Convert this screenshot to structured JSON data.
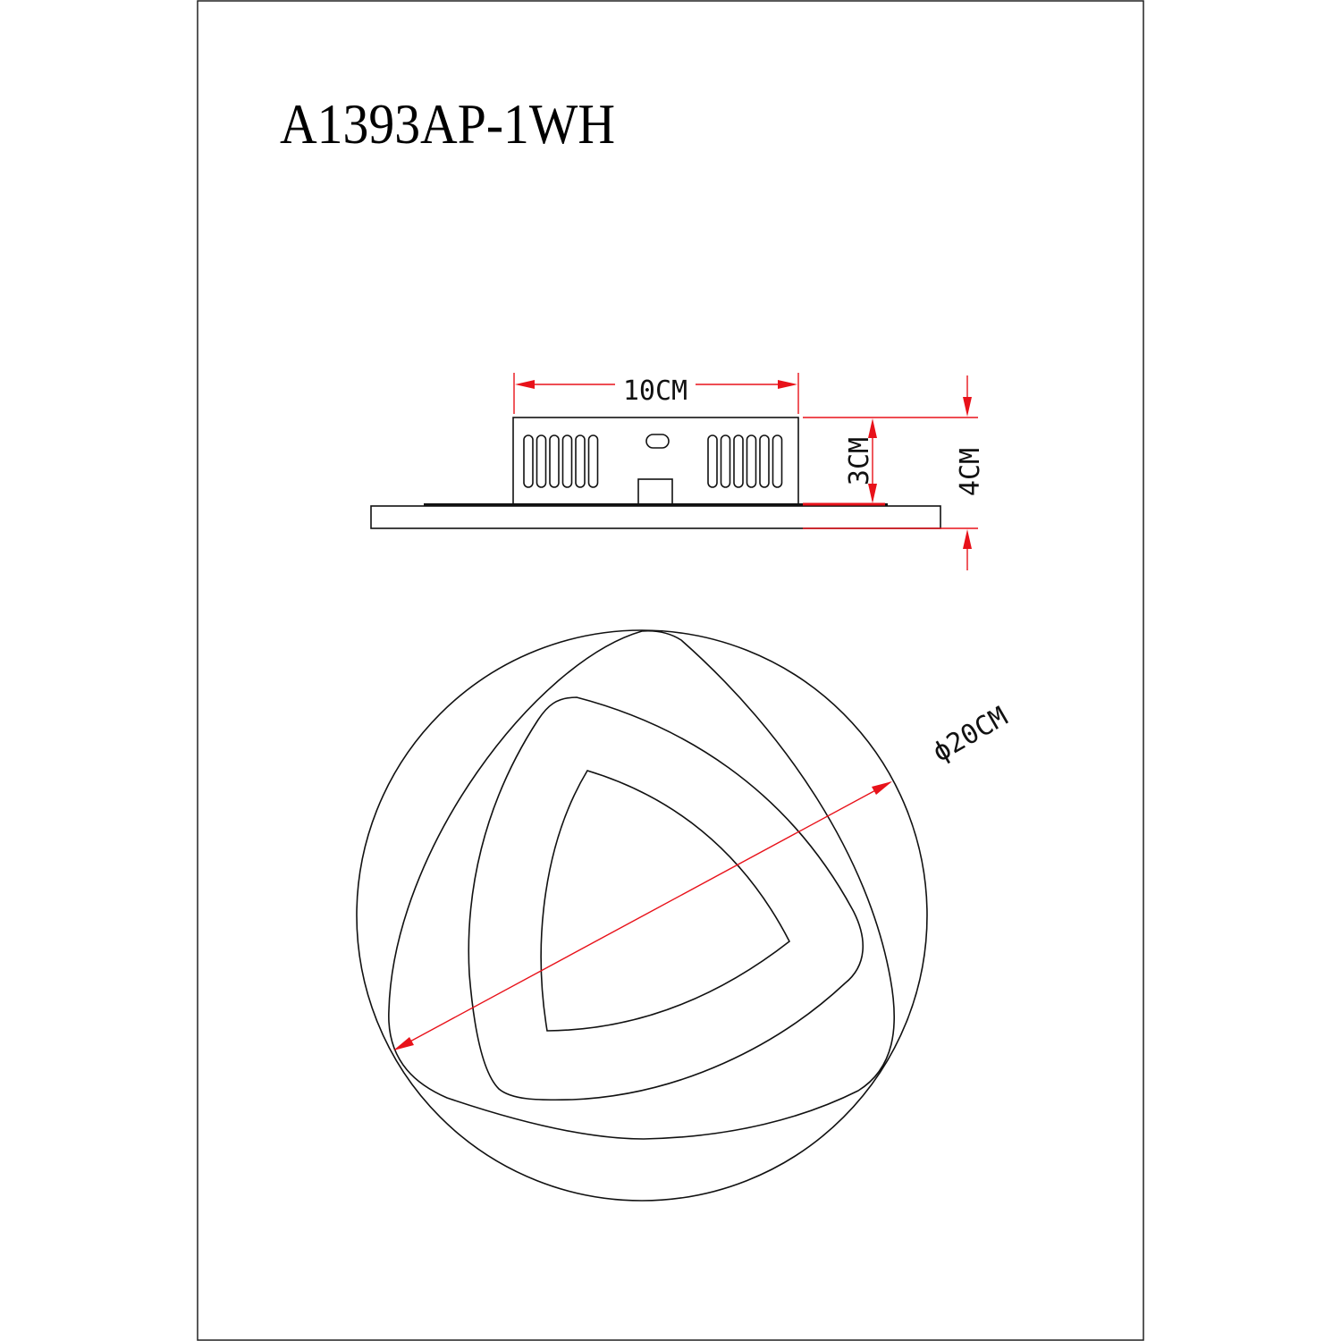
{
  "title": "A1393AP-1WH",
  "dimensions": {
    "width_label": "10CM",
    "box_height_label": "3CM",
    "total_height_label": "4CM",
    "diameter_label": "ϕ20CM"
  },
  "colors": {
    "dimension_line": "#e8121a",
    "outline": "#111111"
  }
}
